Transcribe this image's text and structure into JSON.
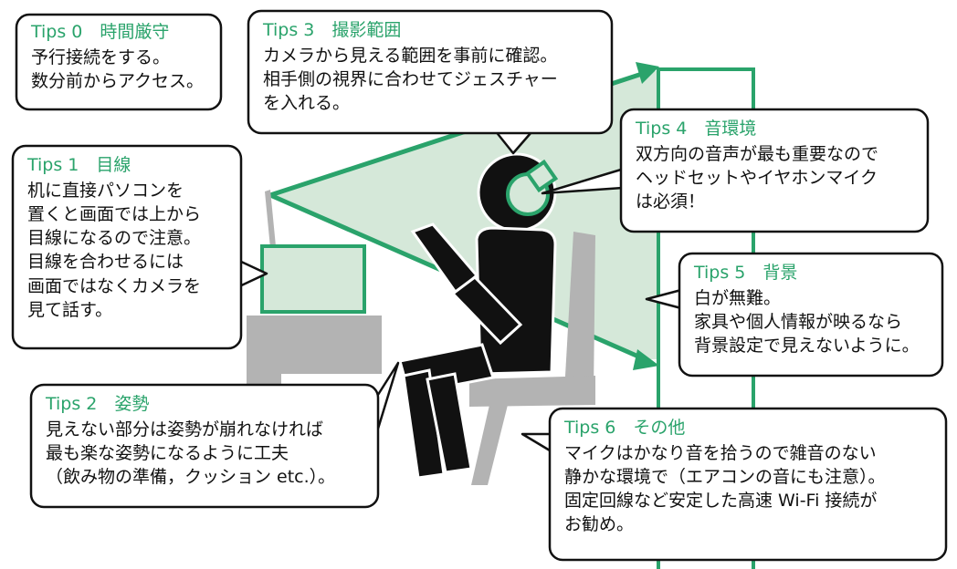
{
  "tips": [
    {
      "id": "tips0",
      "title": "Tips 0　時間厳守",
      "lines": [
        "予行接続をする。",
        "数分前からアクセス。"
      ]
    },
    {
      "id": "tips1",
      "title": "Tips 1　目線",
      "lines": [
        "机に直接パソコンを",
        "置くと画面では上から",
        "目線になるので注意。",
        "目線を合わせるには",
        "画面ではなくカメラを",
        "見て話す。"
      ]
    },
    {
      "id": "tips2",
      "title": "Tips 2　姿勢",
      "lines": [
        "見えない部分は姿勢が崩れなければ",
        "最も楽な姿勢になるように工夫",
        "（飲み物の準備，クッション etc.）。"
      ]
    },
    {
      "id": "tips3",
      "title": "Tips 3　撮影範囲",
      "lines": [
        "カメラから見える範囲を事前に確認。",
        "相手側の視界に合わせてジェスチャー",
        "を入れる。"
      ]
    },
    {
      "id": "tips4",
      "title": "Tips 4　音環境",
      "lines": [
        "双方向の音声が最も重要なので",
        "ヘッドセットやイヤホンマイク",
        "は必須！"
      ]
    },
    {
      "id": "tips5",
      "title": "Tips 5　背景",
      "lines": [
        "白が無難。",
        "家具や個人情報が映るなら",
        "背景設定で見えないように。"
      ]
    },
    {
      "id": "tips6",
      "title": "Tips 6　その他",
      "lines": [
        "マイクはかなり音を拾うので雑音のない",
        "静かな環境で（エアコンの音にも注意）。",
        "固定回線など安定した高速 Wi-Fi 接続が",
        "お勧め。"
      ]
    }
  ],
  "colors": {
    "accent": "#2aa36b",
    "fill": "#d5e8d9",
    "gray": "#b3b3b3",
    "ink": "#111111"
  }
}
